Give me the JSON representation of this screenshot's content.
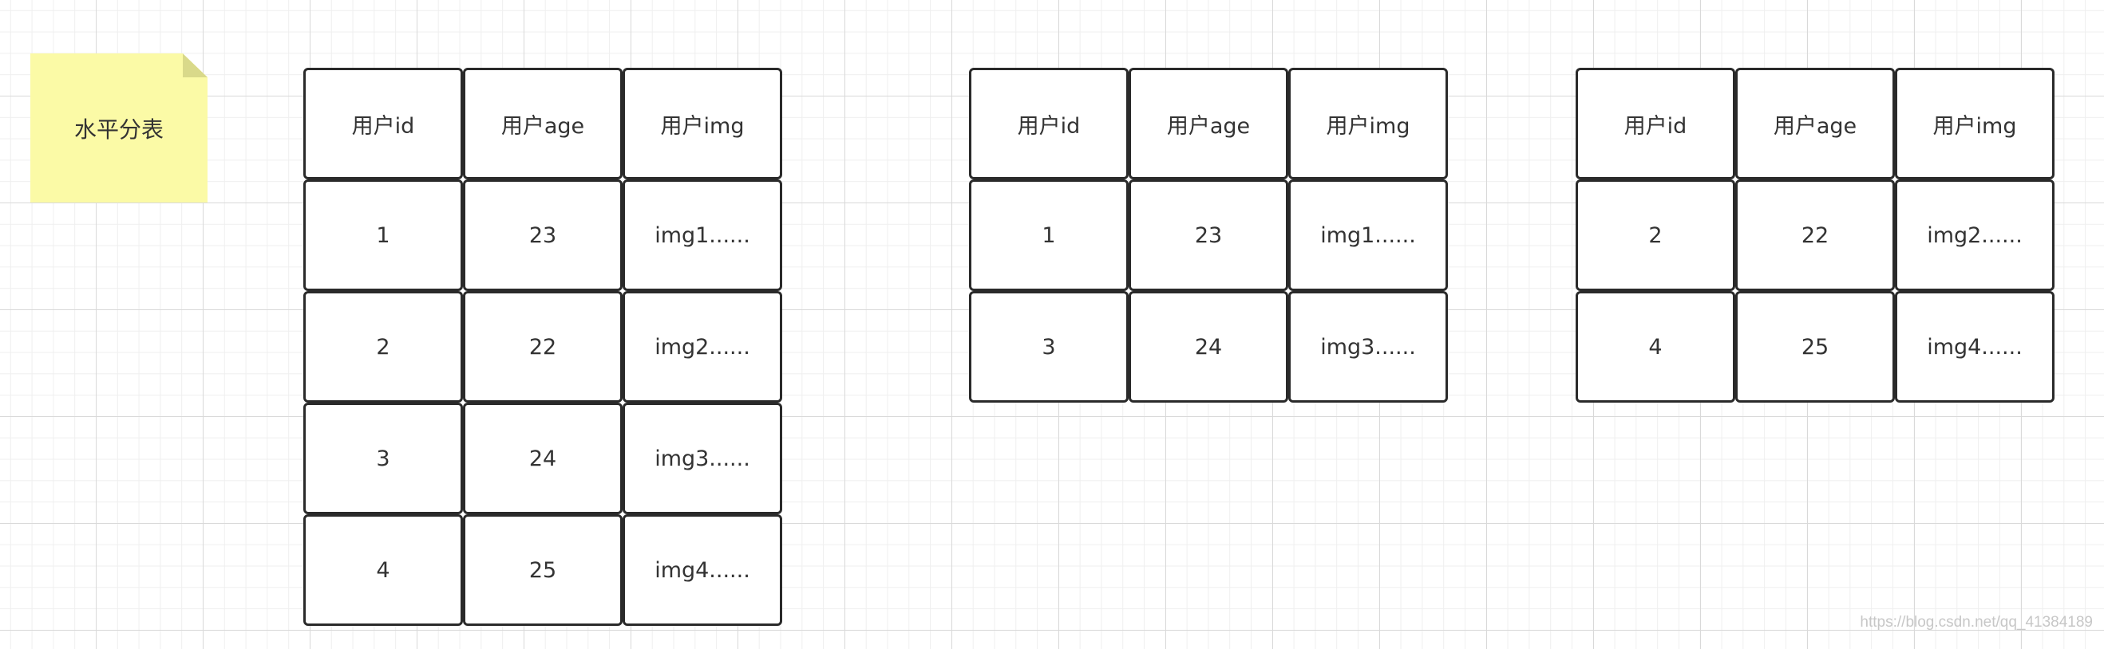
{
  "note": {
    "text": "水平分表",
    "color": "#fbfaa6"
  },
  "tables": [
    {
      "id": "original",
      "headers": [
        "用户id",
        "用户age",
        "用户img"
      ],
      "rows": [
        [
          "1",
          "23",
          "img1......"
        ],
        [
          "2",
          "22",
          "img2......"
        ],
        [
          "3",
          "24",
          "img3......"
        ],
        [
          "4",
          "25",
          "img4......"
        ]
      ]
    },
    {
      "id": "shard-1",
      "headers": [
        "用户id",
        "用户age",
        "用户img"
      ],
      "rows": [
        [
          "1",
          "23",
          "img1......"
        ],
        [
          "3",
          "24",
          "img3......"
        ]
      ]
    },
    {
      "id": "shard-2",
      "headers": [
        "用户id",
        "用户age",
        "用户img"
      ],
      "rows": [
        [
          "2",
          "22",
          "img2......"
        ],
        [
          "4",
          "25",
          "img4......"
        ]
      ]
    }
  ],
  "watermark": "https://blog.csdn.net/qq_41384189"
}
